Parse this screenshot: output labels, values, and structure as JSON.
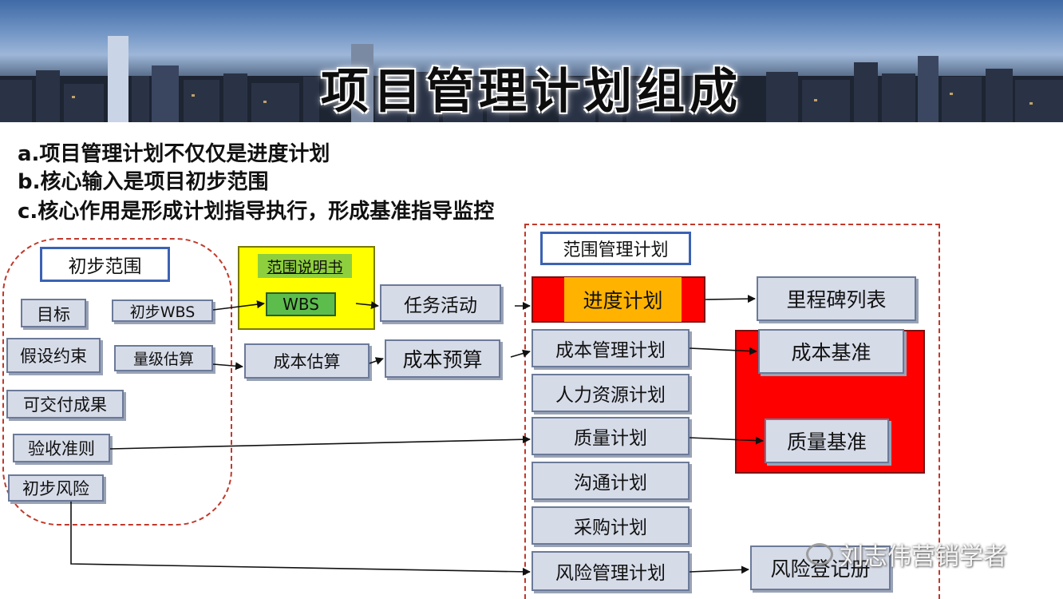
{
  "title": "项目管理计划组成",
  "points": [
    "a.项目管理计划不仅仅是进度计划",
    "b.核心输入是项目初步范围",
    "c.核心作用是形成计划指导执行，形成基准指导监控"
  ],
  "left_group": {
    "header": "初步范围",
    "items": [
      "目标",
      "假设约束",
      "可交付成果",
      "验收准则",
      "初步风险",
      "初步WBS",
      "量级估算"
    ]
  },
  "middle": {
    "scope_statement": "范围说明书",
    "wbs": "WBS",
    "task_activity": "任务活动",
    "cost_estimate": "成本估算",
    "cost_budget": "成本预算"
  },
  "right_group": {
    "header": "范围管理计划",
    "plans": [
      "进度计划",
      "成本管理计划",
      "人力资源计划",
      "质量计划",
      "沟通计划",
      "采购计划",
      "风险管理计划"
    ]
  },
  "outputs": {
    "milestone_list": "里程碑列表",
    "cost_baseline": "成本基准",
    "quality_baseline": "质量基准",
    "risk_register": "风险登记册"
  },
  "watermark": "刘志伟营销学者",
  "colors": {
    "dash_red": "#c0392b",
    "highlight_yellow": "#ffff00",
    "baseline_red": "#ff0000",
    "schedule_orange": "#ffb300",
    "wbs_green": "#5cbd4c",
    "box_fill": "#d6dbe8"
  }
}
